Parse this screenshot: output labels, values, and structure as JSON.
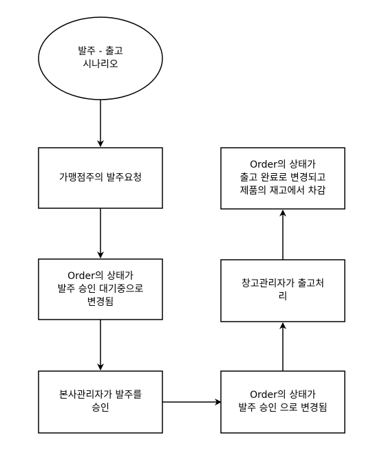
{
  "diagram": {
    "colors": {
      "stroke": "#000000",
      "fill": "#ffffff",
      "text": "#000000"
    },
    "nodes": {
      "start": {
        "shape": "ellipse",
        "lines": [
          "발주 - 출고",
          "시나리오"
        ]
      },
      "request": {
        "shape": "rect",
        "lines": [
          "가맹점주의 발주요청"
        ]
      },
      "pending": {
        "shape": "rect",
        "lines": [
          "Order의 상태가",
          "발주 승인 대기중으로",
          "변경됨"
        ]
      },
      "approve": {
        "shape": "rect",
        "lines": [
          "본사관리자가 발주를",
          "승인"
        ]
      },
      "approved": {
        "shape": "rect",
        "lines": [
          "Order의 상태가",
          "발주 승인 으로 변경됨"
        ]
      },
      "release": {
        "shape": "rect",
        "lines": [
          "창고관리자가 출고처",
          "리"
        ]
      },
      "complete": {
        "shape": "rect",
        "lines": [
          "Order의 상태가",
          "출고 완료로 변경되고",
          "제품의 재고에서 차감"
        ]
      }
    },
    "edges": [
      {
        "from": "start",
        "to": "request"
      },
      {
        "from": "request",
        "to": "pending"
      },
      {
        "from": "pending",
        "to": "approve"
      },
      {
        "from": "approve",
        "to": "approved"
      },
      {
        "from": "approved",
        "to": "release"
      },
      {
        "from": "release",
        "to": "complete"
      }
    ]
  }
}
